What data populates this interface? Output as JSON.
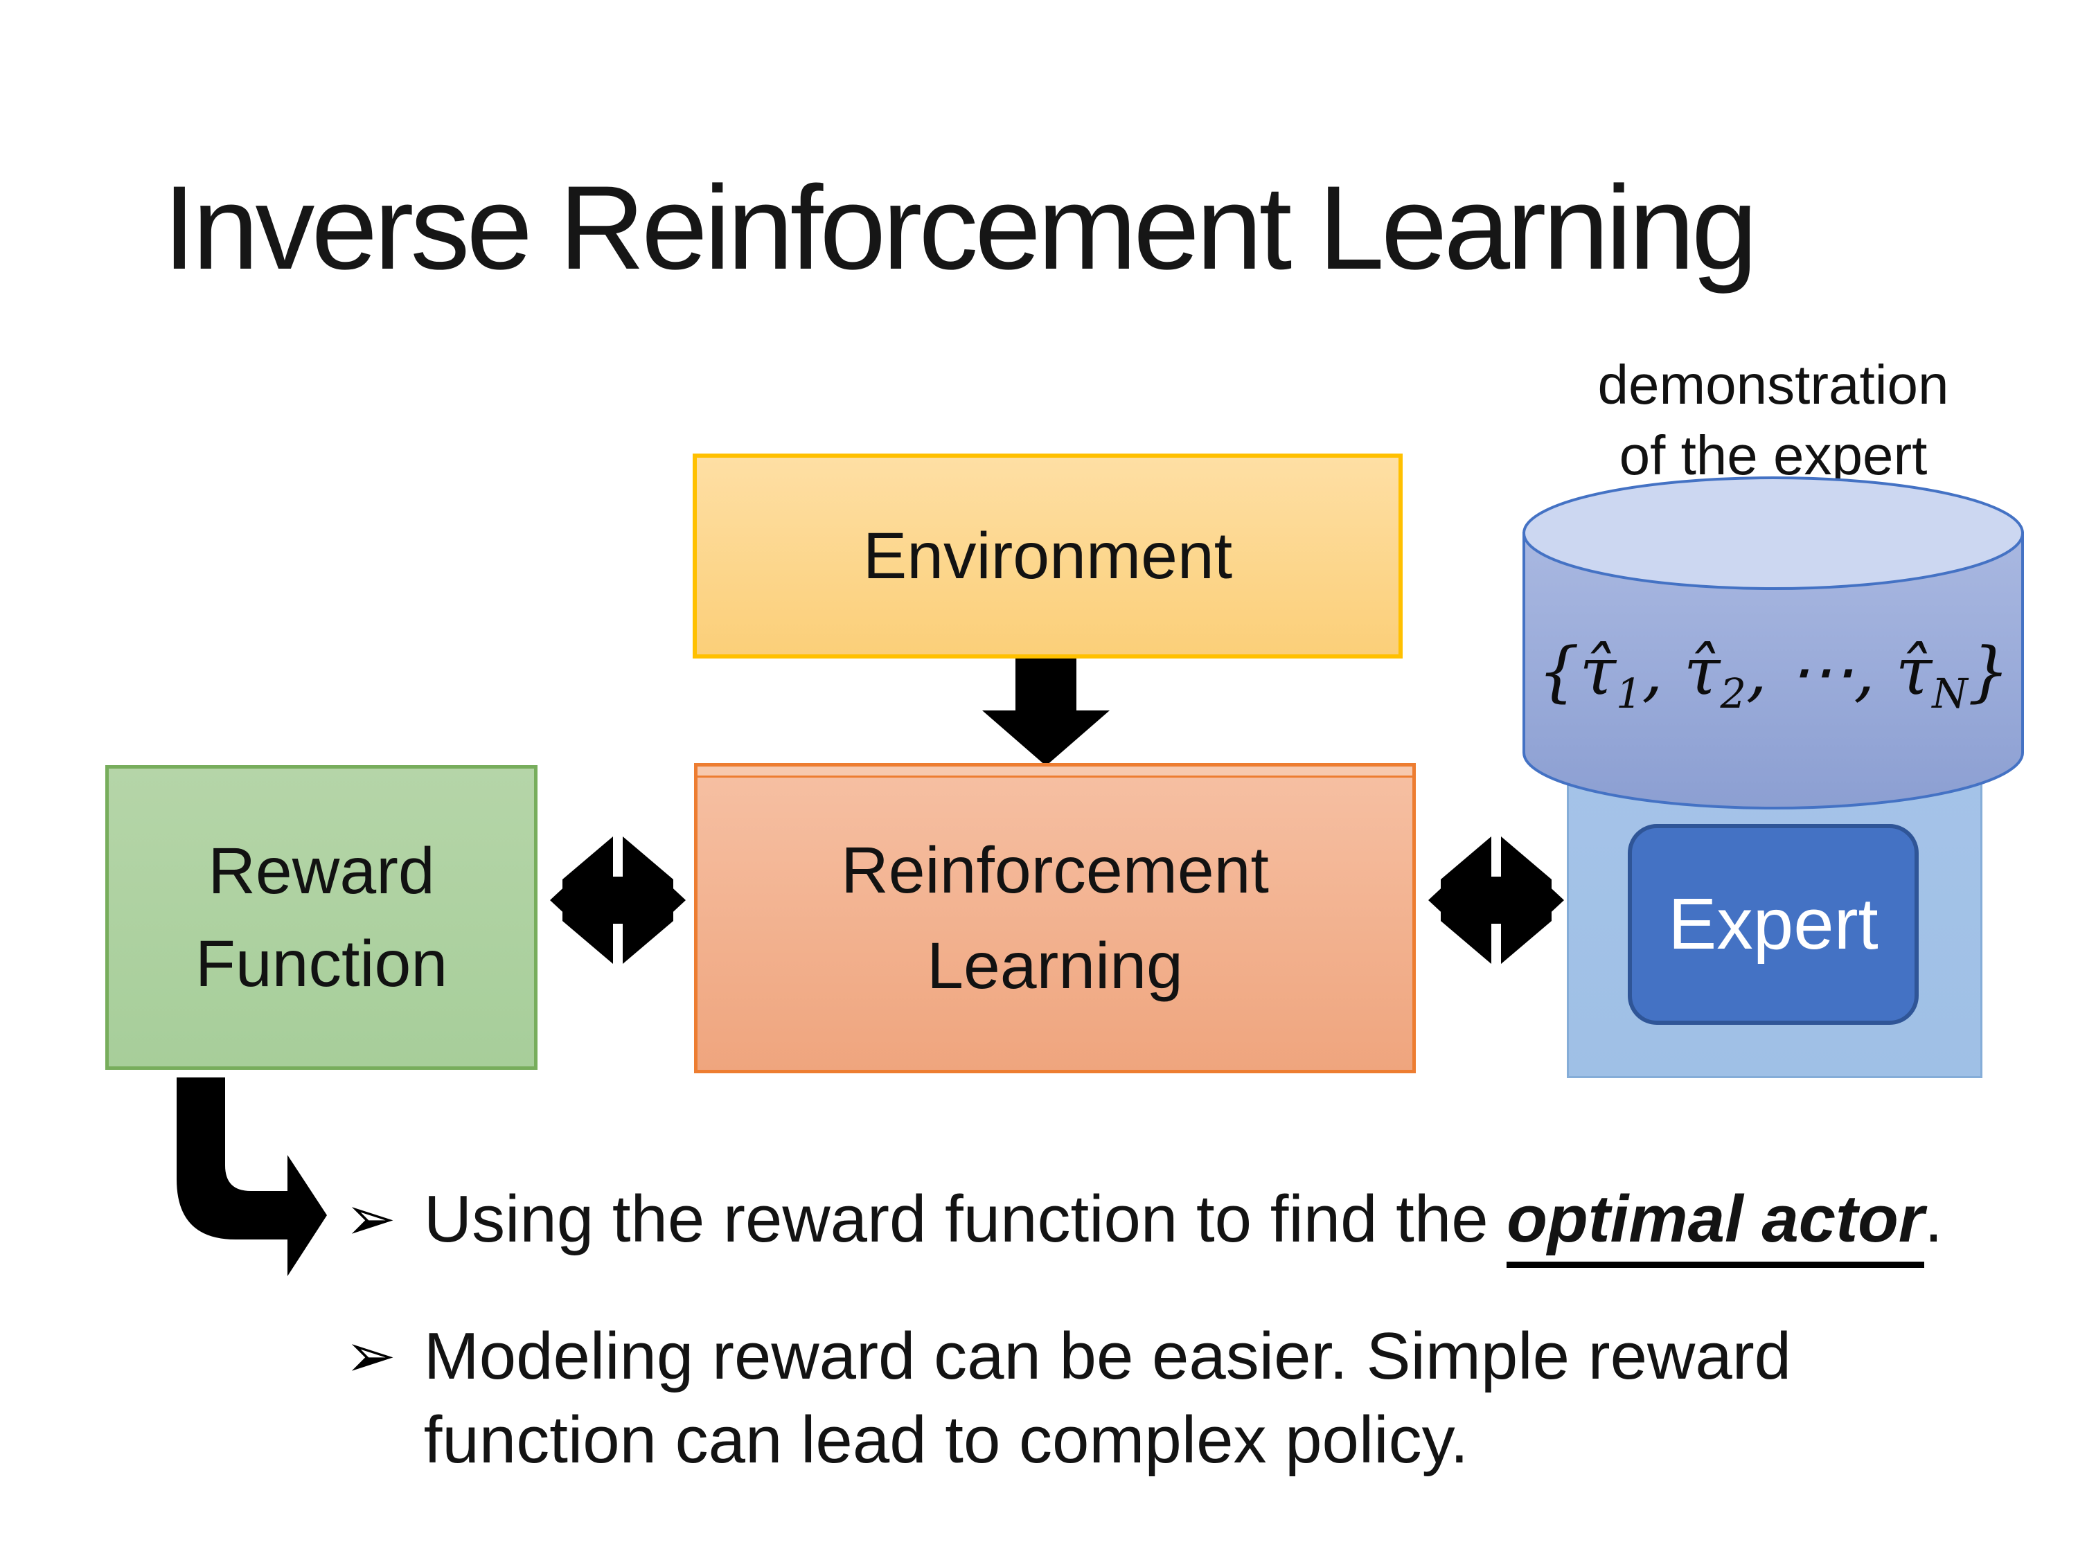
{
  "slide": {
    "title": "Inverse Reinforcement Learning",
    "annotation": {
      "line1": "demonstration",
      "line2": "of the expert"
    },
    "boxes": {
      "environment": {
        "label": "Environment"
      },
      "reward_function": {
        "label_line1": "Reward",
        "label_line2": "Function"
      },
      "reinforcement_learning": {
        "label_line1": "Reinforcement",
        "label_line2": "Learning"
      },
      "expert": {
        "label": "Expert"
      }
    },
    "demonstration_set": {
      "open_brace": "{",
      "tau1": "τ̂",
      "sub1": "1",
      "sep1": ", ",
      "tau2": "τ̂",
      "sub2": "2",
      "sep2": ", ",
      "dots": "⋯",
      "sep3": ", ",
      "tauN": "τ̂",
      "subN": "N",
      "close_brace": "}"
    },
    "bullets": {
      "marker": "➢",
      "item1_prefix": "Using the reward function to find the ",
      "item1_emphasis": "optimal actor",
      "item1_suffix": ".",
      "item2": "Modeling reward can be easier. Simple reward function can lead to complex policy."
    }
  },
  "colors": {
    "environment_fill_top": "#FEDFA4",
    "environment_fill_bottom": "#FBCF79",
    "environment_border": "#FFC000",
    "reward_fill_top": "#B5D5A8",
    "reward_fill_bottom": "#A7CE9A",
    "reward_border": "#77AD5C",
    "rl_fill_top": "#F6C0A3",
    "rl_fill_bottom": "#EFA57E",
    "rl_border": "#ED7D31",
    "expert_container_fill": "#A5C3E8",
    "expert_container_border": "#85ADD8",
    "expert_fill": "#4472C4",
    "expert_border": "#2F5597",
    "expert_text": "#FFFFFF",
    "cylinder_top_fill": "#CCD7F1",
    "cylinder_body_top": "#A9B8E1",
    "cylinder_body_bottom": "#8C9FD2",
    "cylinder_border": "#4472C4",
    "arrow_color": "#000000",
    "text_color": "#141414",
    "background": "#FFFFFF"
  }
}
